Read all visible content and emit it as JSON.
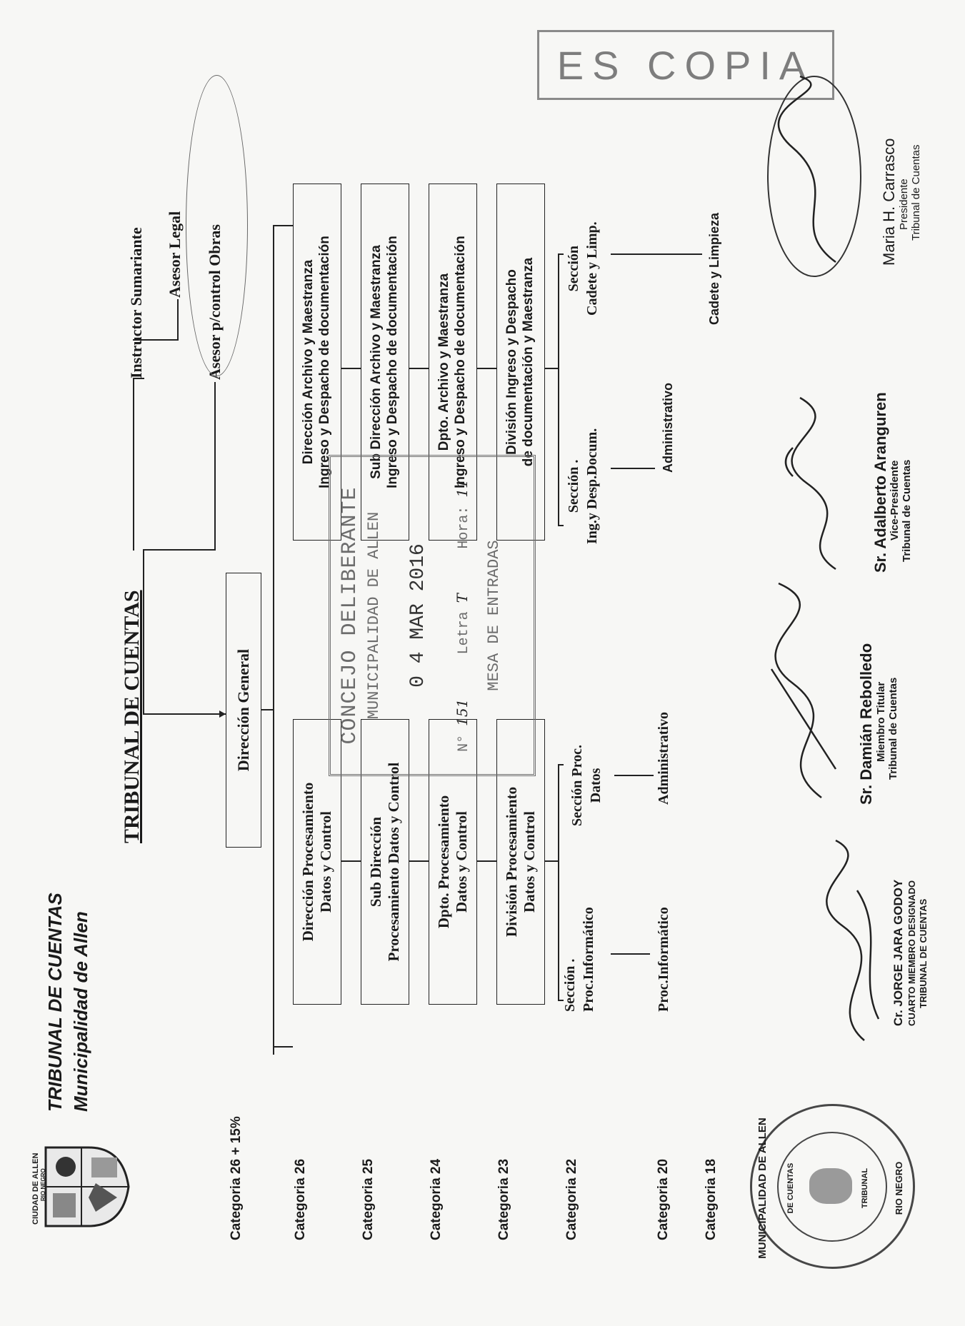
{
  "header": {
    "org_title": "TRIBUNAL DE CUENTAS",
    "org_subtitle": "Municipalidad de Allen",
    "logo_text": "CIUDAD DE ALLEN",
    "logo_subtext": "RIO NEGRO"
  },
  "stamp_copy": "ES COPIA",
  "chart": {
    "title": "TRIBUNAL DE CUENTAS",
    "top_box": "Dirección General",
    "advisors": [
      "Instructor Sumariante",
      "Asesor Legal",
      "Asesor p/control Obras"
    ],
    "categories": [
      "Categoria 26 + 15%",
      "Categoria 26",
      "Categoria 25",
      "Categoria 24",
      "Categoria 23",
      "Categoria 22",
      "Categoria 20",
      "Categoria 18"
    ],
    "left_boxes": [
      [
        "Dirección Procesamiento",
        "Datos y Control"
      ],
      [
        "Sub Dirección",
        "Procesamiento Datos  y Control"
      ],
      [
        "Dpto. Procesamiento",
        "Datos y Control"
      ],
      [
        "División Procesamiento",
        "Datos y Control"
      ]
    ],
    "right_boxes": [
      [
        "Dirección Archivo y Maestranza",
        "Ingreso y Despacho de documentación"
      ],
      [
        "Sub Dirección Archivo y Maestranza",
        "Ingreso y Despacho de documentación"
      ],
      [
        "Dpto. Archivo y Maestranza",
        "Ingreso y Despacho de documentación"
      ],
      [
        "División Ingreso y Despacho",
        "de documentación y  Maestranza"
      ]
    ],
    "left_sections": [
      [
        "Sección .",
        "Proc.Informático"
      ],
      [
        "Sección  Proc.",
        "Datos"
      ]
    ],
    "right_sections": [
      [
        "Sección .",
        "Ing.y Desp.Docum."
      ],
      [
        "Sección",
        "Cadete y Limp."
      ]
    ],
    "left_cat20": [
      "Proc.Informático",
      "Administrativo"
    ],
    "right_cat20": "Administrativo",
    "right_cat18": "Cadete y Limpieza"
  },
  "reception_stamp": {
    "line1": "CONCEJO DELIBERANTE",
    "line2": "MUNICIPALIDAD DE ALLEN",
    "date": "0 4 MAR 2016",
    "no_label": "N°",
    "no_value": "151",
    "letra_label": "Letra",
    "letra_value": "T",
    "hora_label": "Hora:",
    "hora_value": "11",
    "footer": "MESA DE ENTRADAS"
  },
  "seal": {
    "outer": "MUNICIPALIDAD DE ALLEN",
    "inner_top": "DE CUENTAS",
    "inner_bottom": "TRIBUNAL",
    "region": "RIO NEGRO"
  },
  "signatures": [
    {
      "name": "Cr. JORGE JARA GODOY",
      "role1": "CUARTO MIEMBRO DESIGNADO",
      "role2": "TRIBUNAL DE CUENTAS"
    },
    {
      "name": "Sr. Damián Rebolledo",
      "role1": "Miembro Titular",
      "role2": "Tribunal de Cuentas"
    },
    {
      "name": "Sr. Adalberto Aranguren",
      "role1": "Vice-Presidente",
      "role2": "Tribunal de Cuentas"
    },
    {
      "name": "Maria H. Carrasco",
      "role1": "Presidente",
      "role2": "Tribunal de Cuentas"
    }
  ],
  "colors": {
    "ink": "#1a1a1a",
    "paper": "#f7f7f5",
    "stamp": "#6c6c6c"
  }
}
